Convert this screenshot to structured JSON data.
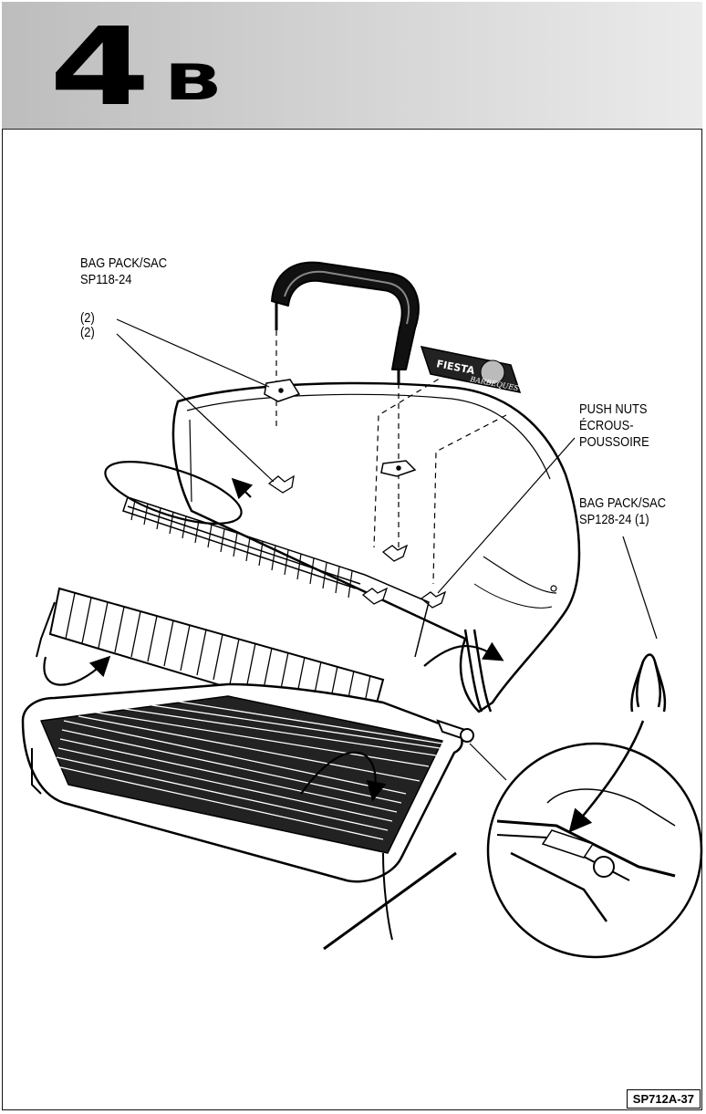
{
  "header": {
    "step_number": "4",
    "step_letter": "B"
  },
  "labels": {
    "bag_pack_1_line1": "BAG PACK/SAC",
    "bag_pack_1_line2": "SP118-24",
    "qty_a": "(2)",
    "qty_b": "(2)",
    "push_nuts_line1": "PUSH NUTS",
    "push_nuts_line2": "ÉCROUS-",
    "push_nuts_line3": "POUSSOIRE",
    "bag_pack_2_line1": "BAG PACK/SAC",
    "bag_pack_2_line2": "SP128-24 (1)"
  },
  "logo": {
    "brand": "FIESTA",
    "sub": "BARBEQUES"
  },
  "footer": {
    "code": "SP712A-37"
  }
}
